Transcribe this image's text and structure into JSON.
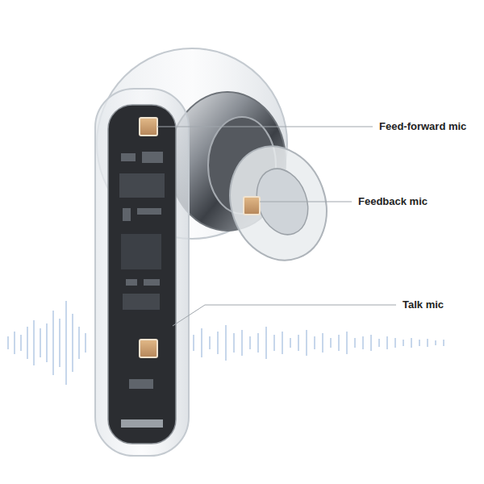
{
  "diagram": {
    "labels": [
      "Feed-forward mic",
      "Feedback mic",
      "Talk mic"
    ]
  }
}
